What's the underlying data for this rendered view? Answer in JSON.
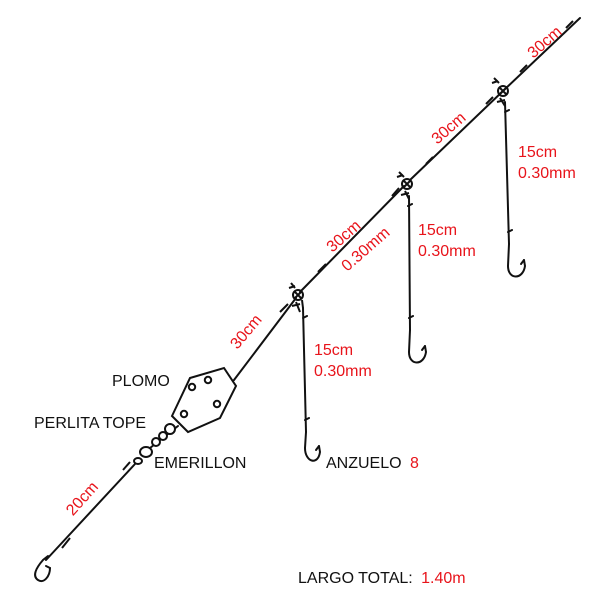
{
  "colors": {
    "line": "#111111",
    "text_black": "#111111",
    "text_red": "#e8141b",
    "background": "#ffffff"
  },
  "labels": {
    "seg_top": "30cm",
    "seg_upper": "30cm",
    "seg_mid": "30cm",
    "seg_mid_line": "0.30mm",
    "seg_lower": "30cm",
    "seg_bottom": "20cm",
    "leader_length": "15cm",
    "leader_diameter": "0.30mm",
    "plomo": "PLOMO",
    "perlita": "PERLITA TOPE",
    "emerillon": "EMERILLON",
    "anzuelo": "ANZUELO",
    "anzuelo_size": "8",
    "total_label": "LARGO TOTAL:",
    "total_value": "1.40m"
  },
  "icons": [
    "hook-icon",
    "sinker-icon",
    "swivel-icon",
    "bead-icon",
    "three-way-swivel-icon"
  ]
}
